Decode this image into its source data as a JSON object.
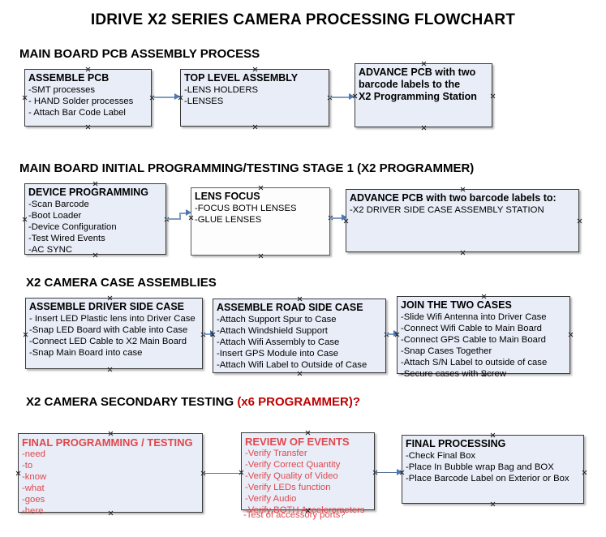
{
  "document": {
    "title": "IDRIVE X2  SERIES CAMERA PROCESSING FLOWCHART"
  },
  "colors": {
    "box_fill": "#e8edf7",
    "box_border": "#3a3a3a",
    "connector": "#7f9dc0",
    "arrow": "#4a79b5",
    "red_accent": "#e0484d",
    "section_accent": "#c00000",
    "text": "#000000"
  },
  "sections": [
    {
      "id": "main-board-pcb-assembly",
      "heading": "MAIN BOARD PCB ASSEMBLY PROCESS",
      "heading_accent": "",
      "boxes": [
        {
          "id": "assemble-pcb",
          "title": "ASSEMBLE PCB",
          "lines": [
            "-SMT processes",
            "- HAND Solder processes",
            "- Attach Bar Code Label"
          ]
        },
        {
          "id": "top-level-assembly",
          "title": "TOP LEVEL ASSEMBLY",
          "lines": [
            "-LENS HOLDERS",
            "-LENSES"
          ]
        },
        {
          "id": "advance-pcb-x2-programming-station",
          "title": "ADVANCE PCB with two",
          "title2": "barcode labels to the",
          "title3": " X2 Programming Station",
          "lines": []
        }
      ]
    },
    {
      "id": "main-board-initial-programming",
      "heading": "MAIN BOARD INITIAL PROGRAMMING/TESTING STAGE 1 (X2 PROGRAMMER)",
      "heading_accent": "",
      "boxes": [
        {
          "id": "device-programming",
          "title": "DEVICE PROGRAMMING",
          "lines": [
            "-Scan Barcode",
            "-Boot Loader",
            "-Device Configuration",
            "-Test Wired Events",
            "-AC SYNC"
          ]
        },
        {
          "id": "lens-focus",
          "title": "LENS FOCUS",
          "lines": [
            "-FOCUS BOTH LENSES",
            "-GLUE LENSES"
          ]
        },
        {
          "id": "advance-pcb-driver-side-case",
          "title": "ADVANCE PCB with two barcode labels to:",
          "lines": [
            "-X2 DRIVER  SIDE  CASE  ASSEMBLY STATION"
          ]
        }
      ]
    },
    {
      "id": "x2-camera-case-assemblies",
      "heading": "X2 CAMERA CASE ASSEMBLIES",
      "heading_accent": "",
      "boxes": [
        {
          "id": "assemble-driver-side-case",
          "title": "ASSEMBLE DRIVER SIDE CASE",
          "lines": [
            "- Insert LED Plastic lens into Driver Case",
            "-Snap LED Board with Cable into Case",
            "-Connect LED Cable to X2 Main Board",
            "-Snap Main Board into case"
          ]
        },
        {
          "id": "assemble-road-side-case",
          "title": "ASSEMBLE ROAD SIDE CASE",
          "lines": [
            "-Attach Support Spur to Case",
            "-Attach Windshield Support",
            "-Attach Wifi Assembly to Case",
            "-Insert GPS Module into Case",
            "-Attach Wifi Label to Outside of Case"
          ]
        },
        {
          "id": "join-the-two-cases",
          "title": "JOIN THE TWO CASES",
          "lines": [
            "-Slide Wifi Antenna into Driver Case",
            "-Connect Wifi Cable to Main Board",
            "-Connect GPS Cable to Main Board",
            "-Snap Cases Together",
            "-Attach S/N Label to outside of case",
            "-Secure cases with Screw"
          ]
        }
      ]
    },
    {
      "id": "x2-camera-secondary-testing",
      "heading": "X2 CAMERA SECONDARY TESTING ",
      "heading_accent": "(x6 PROGRAMMER)?",
      "boxes": [
        {
          "id": "final-programming-testing",
          "title": "FINAL PROGRAMMING / TESTING",
          "lines": [
            "-need",
            "-to",
            "-know",
            "-what",
            "-goes",
            "-here"
          ]
        },
        {
          "id": "review-of-events",
          "title": "REVIEW OF EVENTS",
          "lines": [
            "-Verify Transfer",
            "-Verify Correct Quantity",
            "-Verify Quality of Video",
            "-Verify LEDs function",
            "-Verify Audio",
            "-Verify BOTH Accelerometers"
          ],
          "overflow_line": "-Test of accessory ports?"
        },
        {
          "id": "final-processing",
          "title": "FINAL PROCESSING",
          "lines": [
            " -Check Final Box",
            "-Place In Bubble wrap Bag and BOX",
            "-Place Barcode Label on Exterior or Box"
          ]
        }
      ]
    }
  ]
}
